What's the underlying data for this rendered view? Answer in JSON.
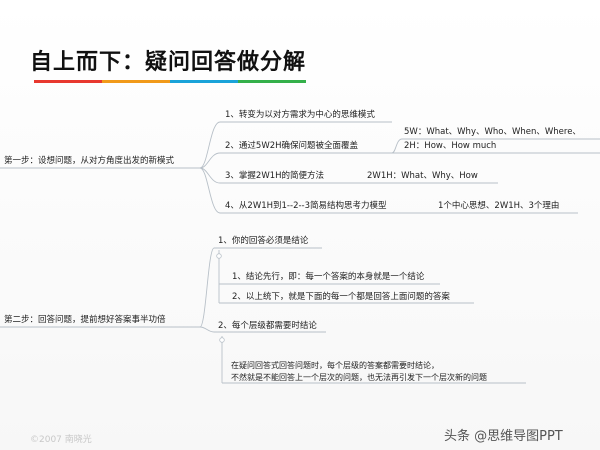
{
  "header": {
    "title": "自上而下：疑问回答做分解",
    "bar_colors": [
      "#e8382f",
      "#f19a1a",
      "#1aa3d9",
      "#34b04a"
    ]
  },
  "step1": {
    "label": "第一步：设想问题，从对方角度出发的新模式",
    "branches": [
      "1、转变为以对方需求为中心的思维模式",
      "2、通过5W2H确保问题被全面覆盖",
      "3、掌握2W1H的简便方法",
      "4、从2W1H到1--2--3简易结构思考力模型"
    ],
    "details": {
      "five_w_line1": "5W：What、Why、Who、When、Where、",
      "five_w_line2": "2H：How、How much",
      "two_w": "2W1H：What、Why、How",
      "model": "1个中心思想、2W1H、3个理由"
    }
  },
  "step2": {
    "label": "第二步：回答问题，提前想好答案事半功倍",
    "branch1": "1、你的回答必须是结论",
    "sub1": "1、结论先行，即：每一个答案的本身就是一个结论",
    "sub2": "2、以上统下，就是下面的每一个都是回答上面问题的答案",
    "branch2": "2、每个层级都需要时结论",
    "note_line1": "在疑问回答式回答问题时，每个层级的答案都需要时结论，",
    "note_line2": "不然就是不能回答上一个层次的问题，也无法再引发下一个层次新的问题"
  },
  "footer": {
    "copyright": "©2007 南晓光",
    "watermark": "头条 @思维导图PPT"
  }
}
